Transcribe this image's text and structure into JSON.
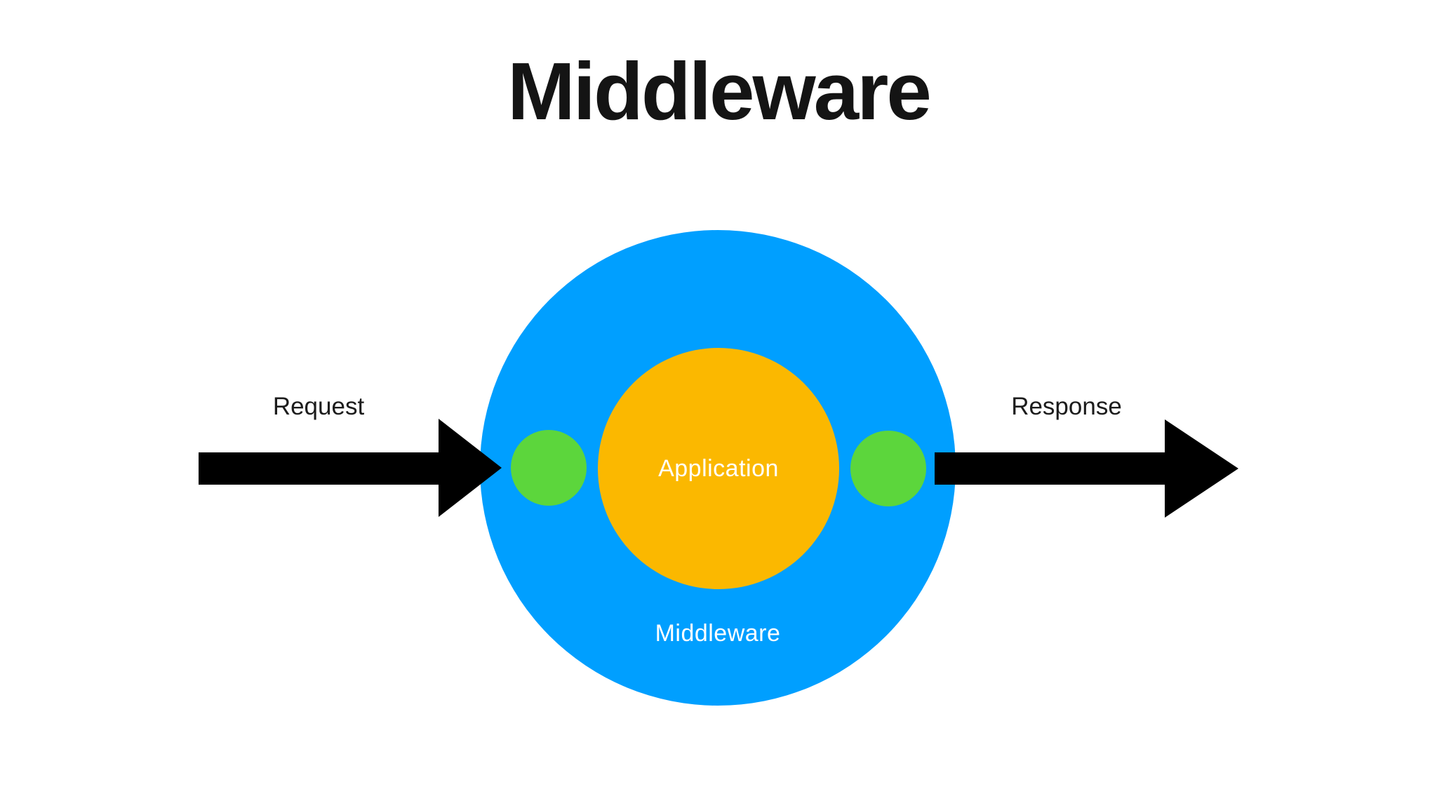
{
  "title": "Middleware",
  "diagram": {
    "middleware_circle_label": "Middleware",
    "application_circle_label": "Application",
    "request_arrow_label": "Request",
    "response_arrow_label": "Response"
  },
  "colors": {
    "background": "#FFFFFF",
    "title_text": "#141414",
    "arrow_label_text": "#1C1C1C",
    "middleware_blue": "#009FFF",
    "application_orange": "#FBB800",
    "node_green": "#5CD63C",
    "arrow_black": "#000000",
    "circle_label_text": "#FFFFFF"
  }
}
